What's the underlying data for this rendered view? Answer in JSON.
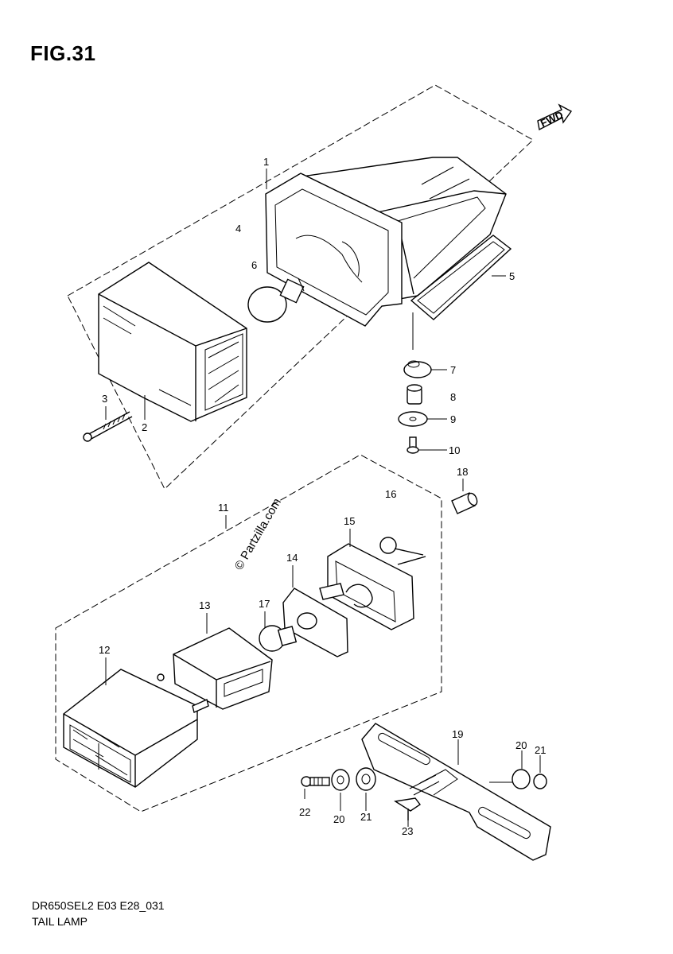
{
  "figure": {
    "title": "FIG.31",
    "direction_label": "FWD",
    "watermark": "© Partzilla.com",
    "footer_code": "DR650SEL2 E03 E28_031",
    "footer_name": "TAIL LAMP"
  },
  "callouts": {
    "c1": "1",
    "c2": "2",
    "c3": "3",
    "c4": "4",
    "c5": "5",
    "c6": "6",
    "c7": "7",
    "c8": "8",
    "c9": "9",
    "c10": "10",
    "c11": "11",
    "c12": "12",
    "c13": "13",
    "c14": "14",
    "c15": "15",
    "c16": "16",
    "c17": "17",
    "c18": "18",
    "c19": "19",
    "c20a": "20",
    "c20b": "20",
    "c21a": "21",
    "c21b": "21",
    "c22": "22",
    "c23": "23"
  }
}
